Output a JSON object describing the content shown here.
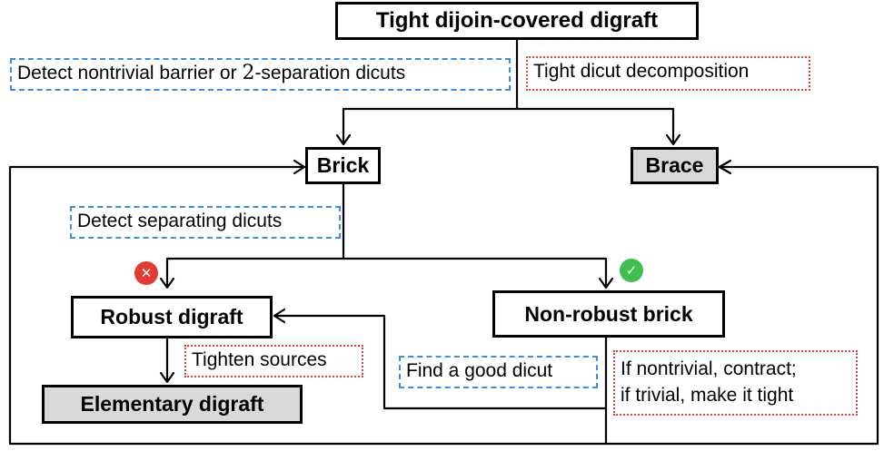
{
  "nodes": {
    "root": "Tight dijoin-covered digraft",
    "brick": "Brick",
    "brace": "Brace",
    "robust": "Robust digraft",
    "nonrobust": "Non-robust brick",
    "elementary": "Elementary digraft"
  },
  "notes": {
    "detect_barrier_prefix": "Detect nontrivial barrier or ",
    "detect_barrier_num": "2",
    "detect_barrier_suffix": "-separation dicuts",
    "tight_dicut": "Tight dicut decomposition",
    "detect_separating": "Detect separating dicuts",
    "tighten_sources": "Tighten sources",
    "find_good_dicut": "Find a good dicut",
    "contract_line1": "If nontrivial, contract;",
    "contract_line2": "if trivial, make it tight"
  },
  "badges": {
    "fail_icon": "cross-circle-icon",
    "fail_color": "#e03c31",
    "pass_icon": "check-circle-icon",
    "pass_color": "#3fbf4f"
  }
}
